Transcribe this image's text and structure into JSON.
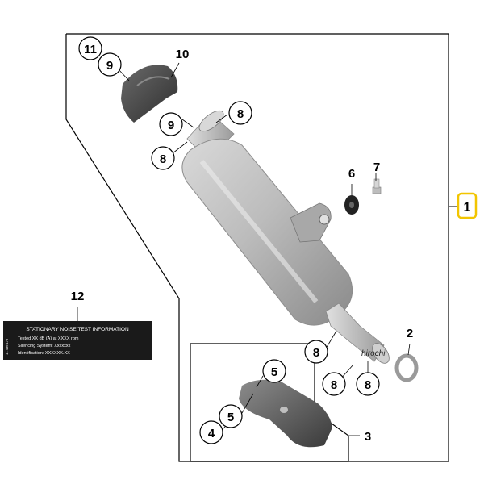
{
  "callouts": {
    "c1": "1",
    "c2": "2",
    "c3": "3",
    "c4": "4",
    "c5a": "5",
    "c5b": "5",
    "c6": "6",
    "c7": "7",
    "c8a": "8",
    "c8b": "8",
    "c8c": "8",
    "c8d": "8",
    "c8e": "8",
    "c9a": "9",
    "c9b": "9",
    "c10": "10",
    "c11": "11",
    "c12": "12"
  },
  "noise_label": {
    "title": "STATIONARY NOISE TEST INFORMATION",
    "line1": "Tested XX dB (A) at XXXX rpm",
    "line2": "Silencing System:     Xxxxxxx",
    "line3": "Identification:              XXXXXX.XX",
    "side_text": "1 - 486 179"
  },
  "watermark": "hirochi",
  "colors": {
    "highlight_box": "#f2c500",
    "label_bg": "#1a1a1a",
    "line": "#000000"
  }
}
